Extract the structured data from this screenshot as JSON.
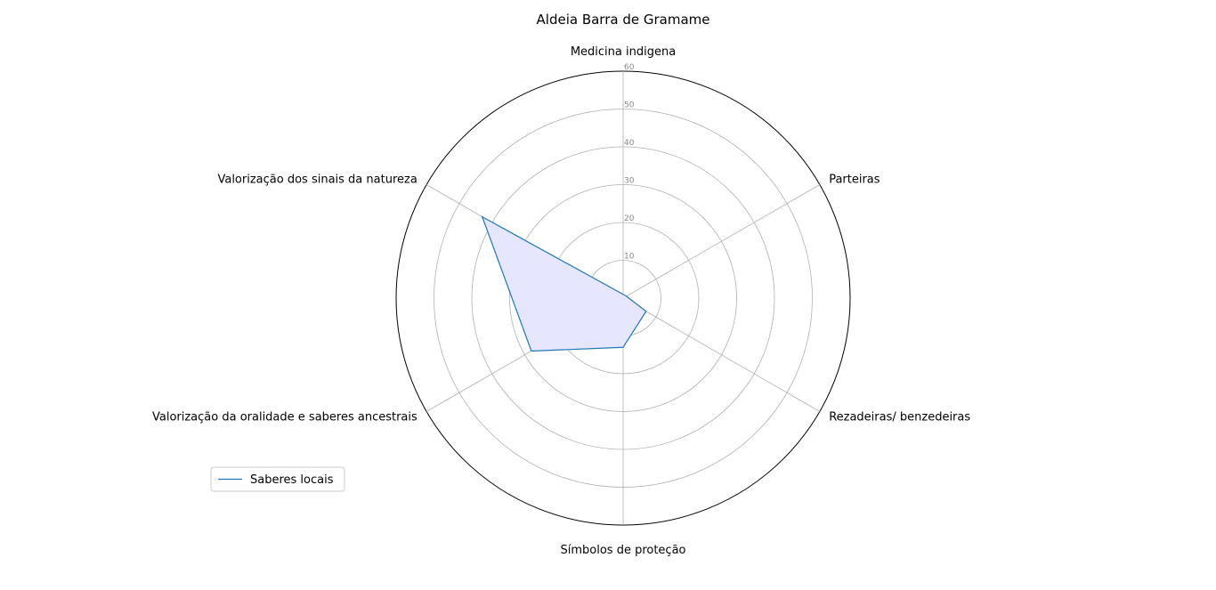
{
  "chart_data": {
    "type": "radar",
    "title": "Aldeia Barra de Gramame",
    "categories": [
      "Medicina indigena",
      " Parteiras",
      " Rezadeiras/ benzedeiras",
      "Símbolos de proteção",
      "Valorização da oralidade e saberes ancestrais",
      "Valorização dos sinais da natureza"
    ],
    "rlim": [
      0,
      60
    ],
    "rticks": [
      10,
      20,
      30,
      40,
      50,
      60
    ],
    "grid": true,
    "legend_position": "lower-left",
    "series": [
      {
        "name": "Saberes locais",
        "values": [
          1,
          1,
          7,
          13,
          28,
          43
        ],
        "line_color": "#1f77b4",
        "fill_color": "#e6e6ff"
      }
    ]
  }
}
